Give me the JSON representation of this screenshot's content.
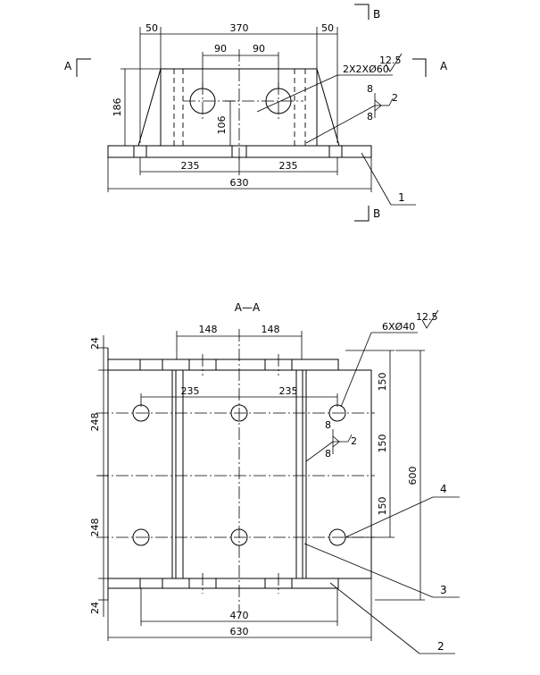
{
  "top_view": {
    "dims": {
      "d50_left": "50",
      "d370": "370",
      "d50_right": "50",
      "d90_left": "90",
      "d90_right": "90",
      "d186": "186",
      "d106": "106",
      "d235_left": "235",
      "d235_right": "235",
      "d630": "630"
    },
    "hole_note": "2X2XØ60",
    "roughness": "12.5",
    "weld_size_top": "8",
    "weld_size_bottom": "8",
    "weld_num": "2",
    "section_a_left": "A",
    "section_a_right": "A",
    "section_b_top": "B",
    "section_b_bottom": "B",
    "callout_1": "1"
  },
  "section_view": {
    "title": "A—A",
    "dims": {
      "d148_left": "148",
      "d148_right": "148",
      "d235_left": "235",
      "d235_right": "235",
      "d24_top": "24",
      "d248_top": "248",
      "d248_bottom": "248",
      "d24_bottom": "24",
      "d150_a": "150",
      "d150_b": "150",
      "d150_c": "150",
      "d600": "600",
      "d470": "470",
      "d630": "630"
    },
    "hole_note": "6XØ40",
    "roughness": "12.5",
    "weld_size_top": "8",
    "weld_size_bottom": "8",
    "weld_num": "2",
    "callout_2": "2",
    "callout_3": "3",
    "callout_4": "4"
  }
}
